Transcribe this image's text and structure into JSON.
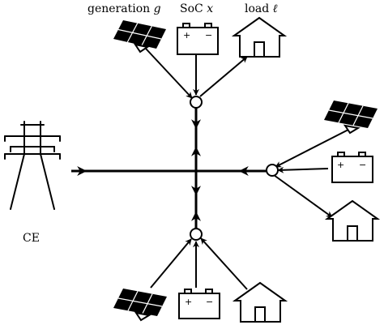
{
  "labels": {
    "generation": "generation",
    "generation_var": "g",
    "soc": "SoC",
    "soc_var": "x",
    "load": "load",
    "load_var": "ℓ",
    "ce": "CE"
  },
  "battery_symbols": {
    "plus": "+",
    "minus": "−"
  },
  "colors": {
    "line": "#000000",
    "panel": "#000000",
    "panel_grid": "#ffffff",
    "background": "#ffffff"
  }
}
